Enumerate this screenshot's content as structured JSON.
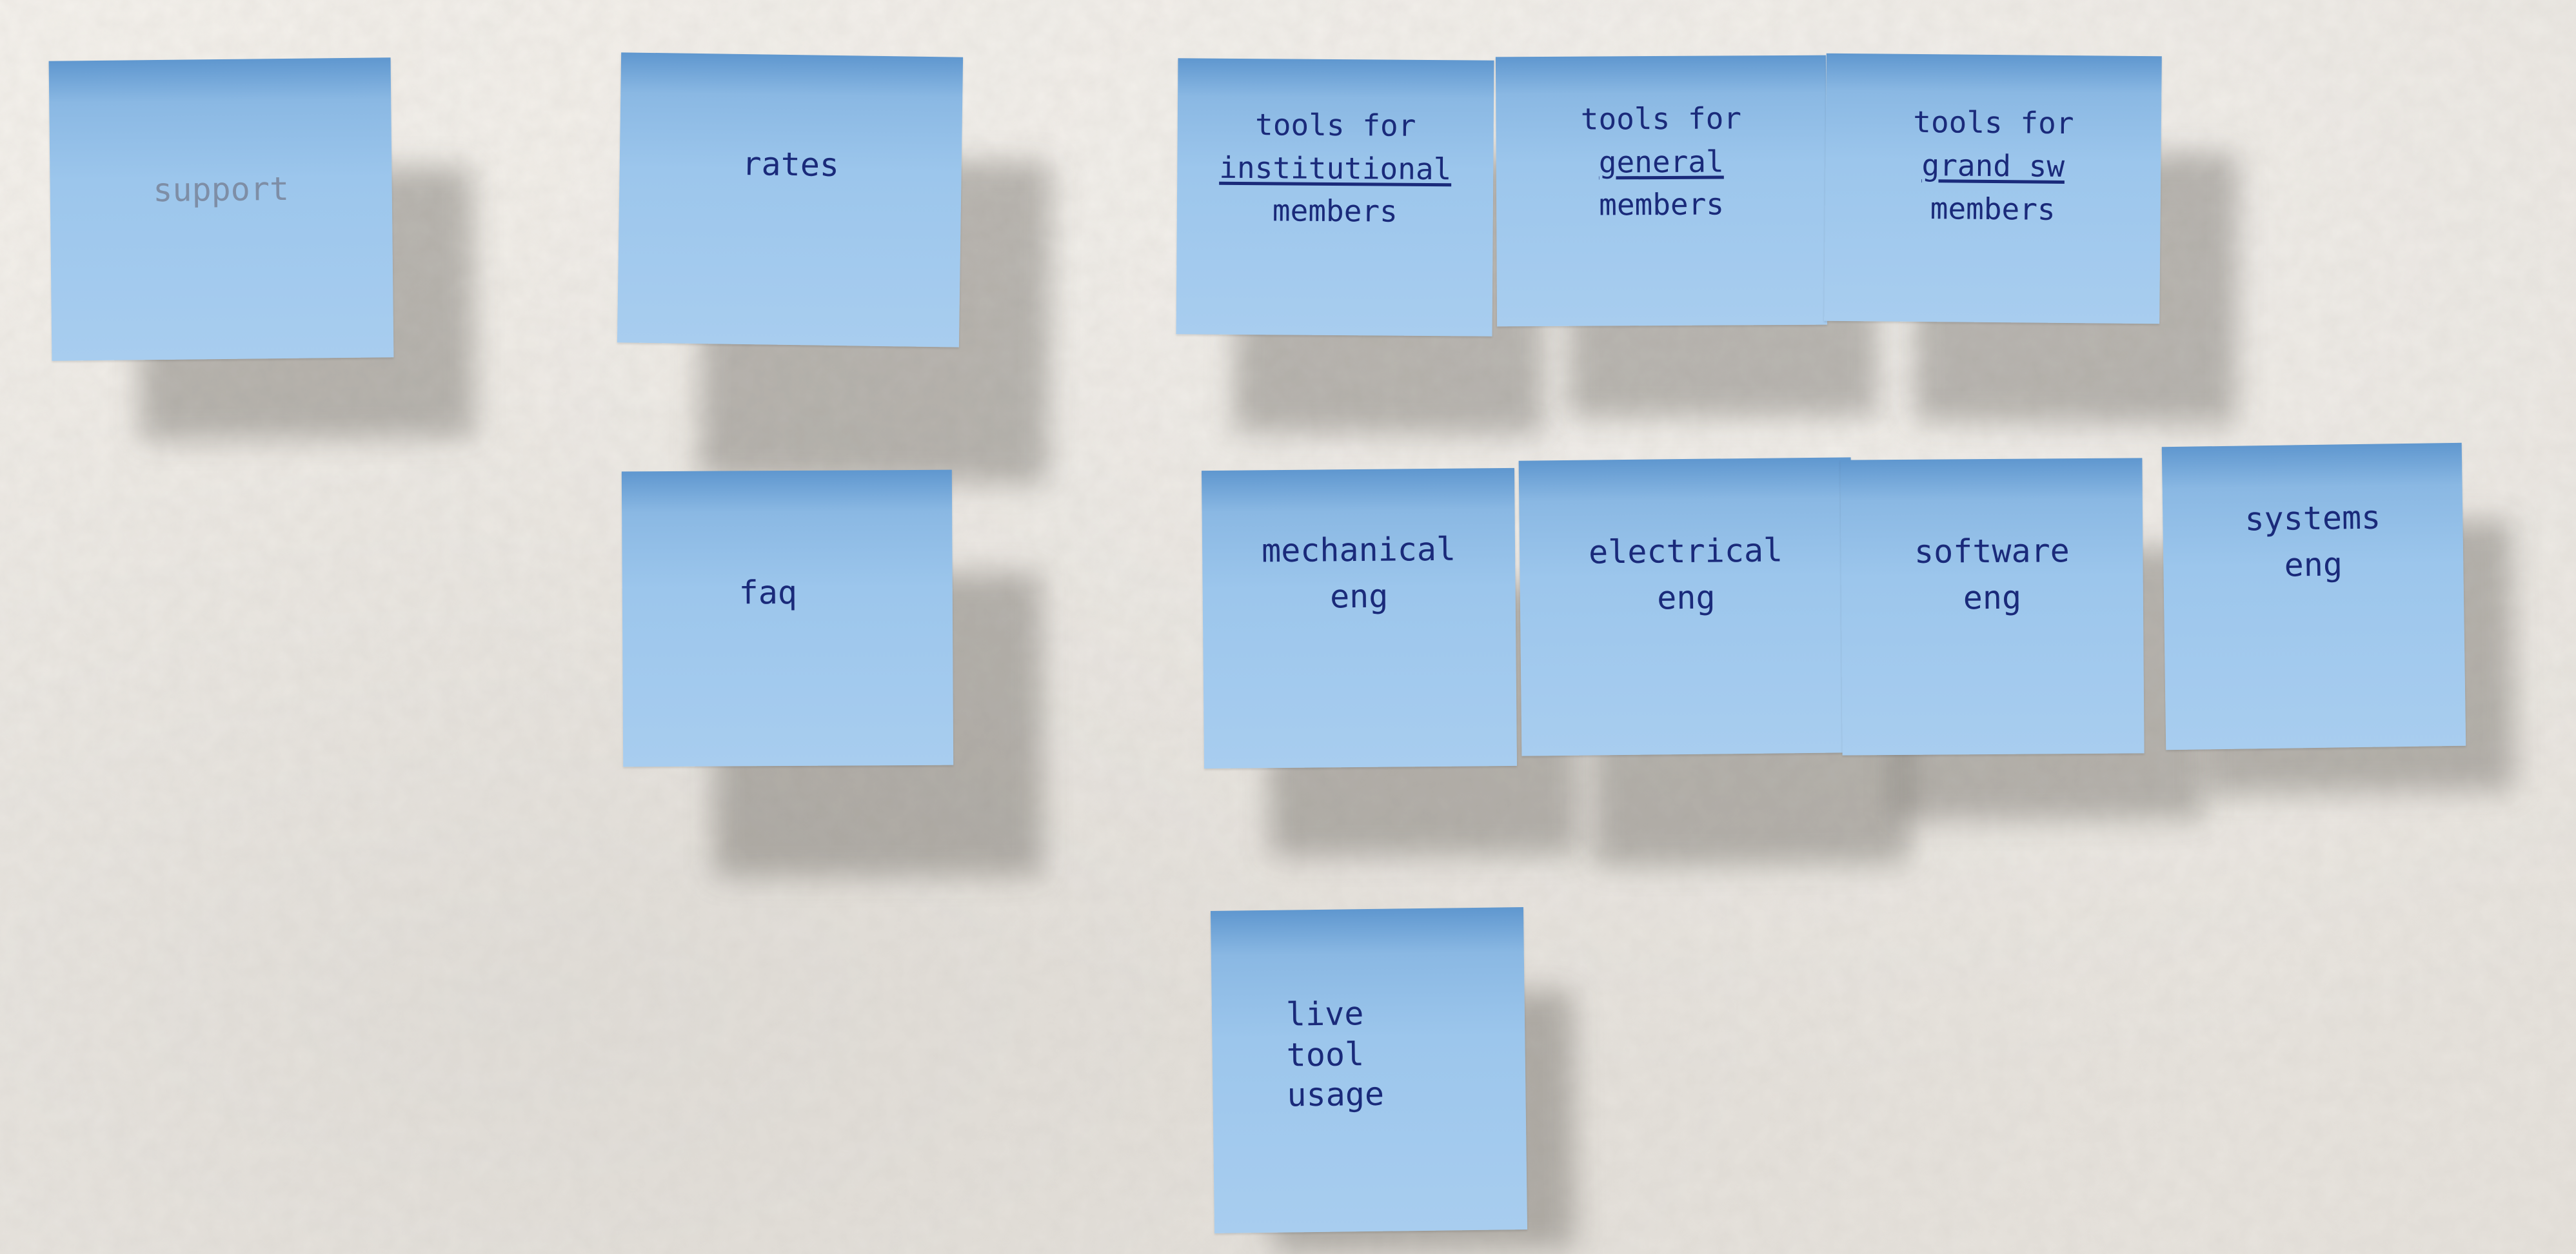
{
  "scene": {
    "wall_color": "#ece8e2",
    "note_color": "#9cc6ec",
    "ink_color": "#1a2a7a"
  },
  "notes": {
    "support": {
      "lines": [
        "support"
      ]
    },
    "rates": {
      "lines": [
        "rates"
      ]
    },
    "faq": {
      "lines": [
        "faq"
      ]
    },
    "tools_institutional": {
      "lines": [
        "tools for",
        "institutional",
        "members"
      ]
    },
    "tools_general": {
      "lines": [
        "tools for",
        "general",
        "members"
      ]
    },
    "tools_grandsw": {
      "lines": [
        "tools for",
        "grand sw",
        "members"
      ]
    },
    "mechanical": {
      "lines": [
        "mechanical",
        "eng"
      ]
    },
    "electrical": {
      "lines": [
        "electrical",
        "eng"
      ]
    },
    "software": {
      "lines": [
        "software",
        "eng"
      ]
    },
    "systems": {
      "lines": [
        "systems",
        "eng"
      ]
    },
    "live_tool_usage": {
      "lines": [
        "live",
        "tool",
        "usage"
      ]
    }
  }
}
